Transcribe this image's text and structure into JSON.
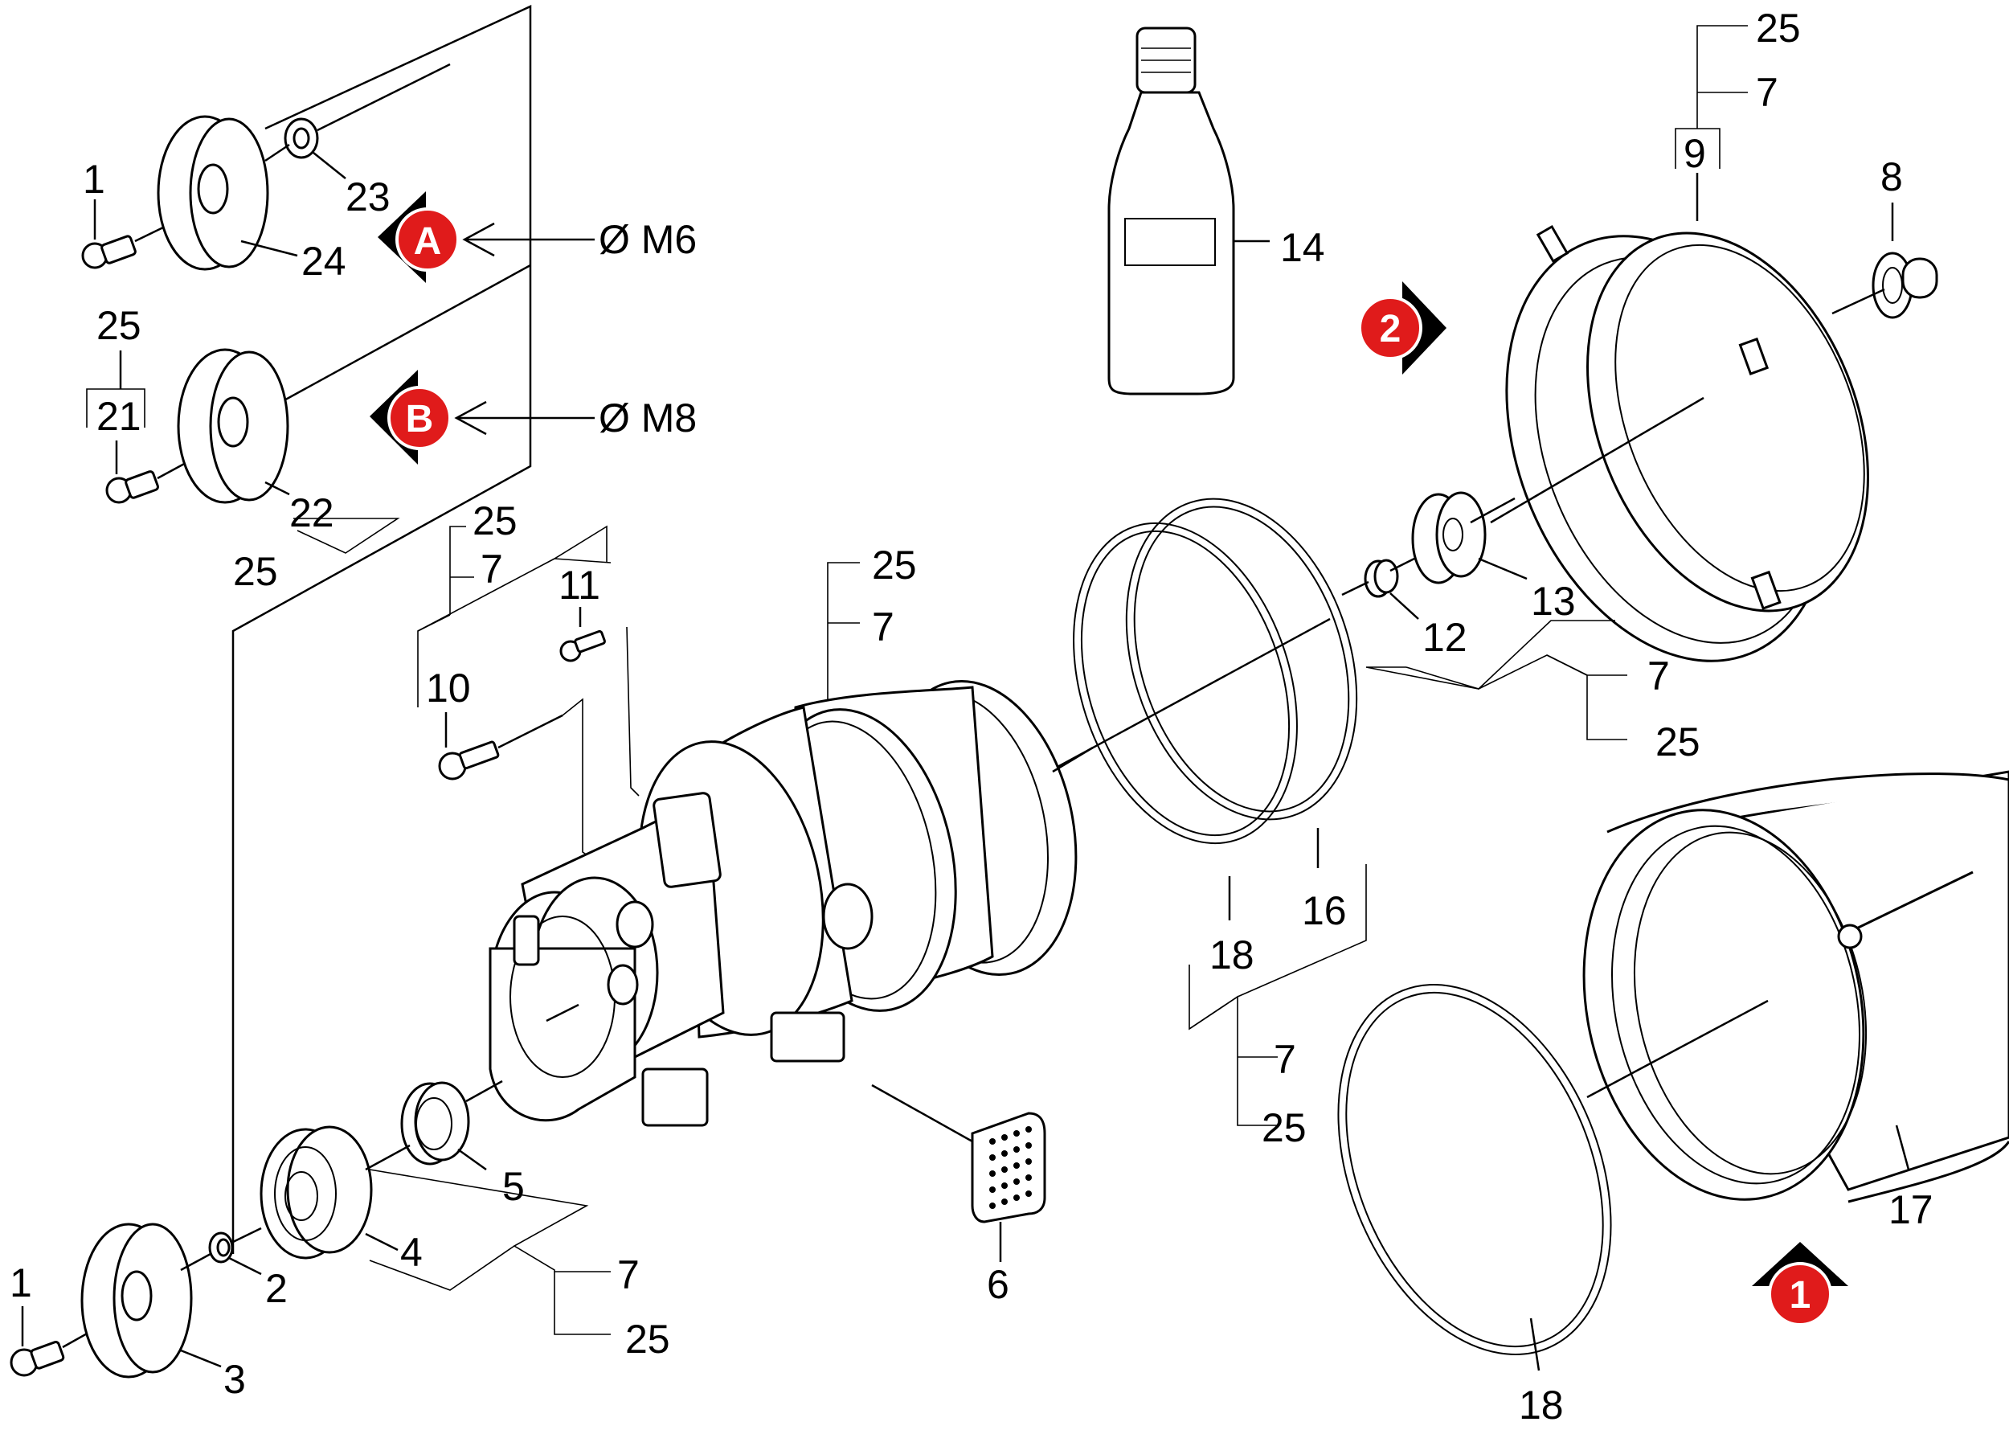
{
  "labels": {
    "p1a": "1",
    "p23": "23",
    "p24": "24",
    "p25a": "25",
    "p21": "21",
    "p22": "22",
    "p25b": "25",
    "dimA": "Ø M6",
    "dimB": "Ø M8",
    "badgeA": "A",
    "badgeB": "B",
    "badge1": "1",
    "badge2": "2",
    "p14": "14",
    "p25c": "25",
    "p7a": "7",
    "p9": "9",
    "p8": "8",
    "p25d": "25",
    "p7b": "7",
    "p11": "11",
    "p10": "10",
    "p25e": "25",
    "p7c": "7",
    "p12": "12",
    "p13": "13",
    "p7d": "7",
    "p25f": "25",
    "p16": "16",
    "p18a": "18",
    "p7e": "7",
    "p25g": "25",
    "p17": "17",
    "p18b": "18",
    "p6": "6",
    "p5": "5",
    "p4": "4",
    "p2": "2",
    "p1b": "1",
    "p3": "3",
    "p7f": "7",
    "p25h": "25"
  },
  "colors": {
    "badge": "#e01b1b",
    "arrow": "#000000",
    "line": "#000000"
  }
}
